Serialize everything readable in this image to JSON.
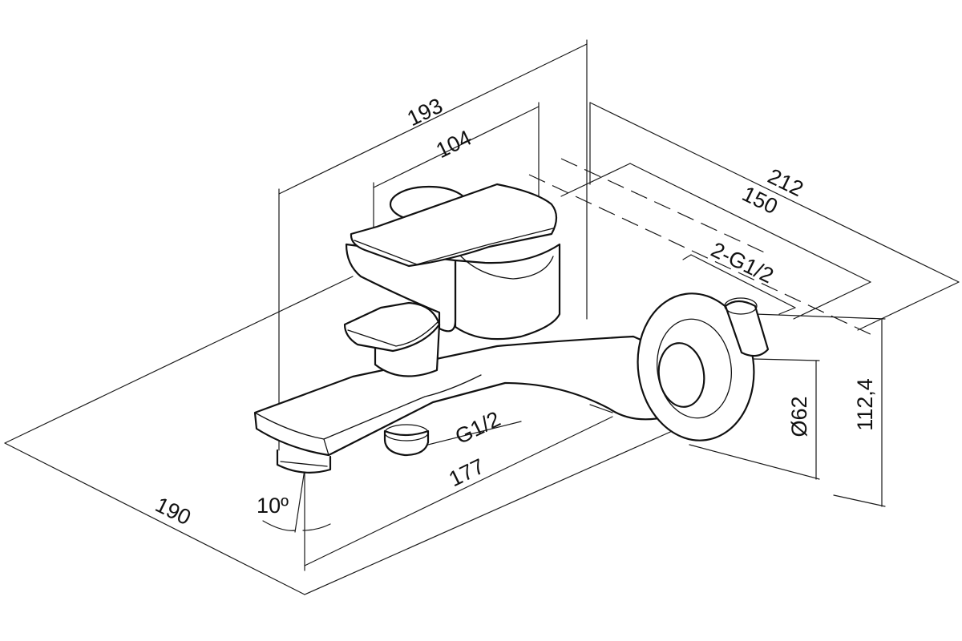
{
  "dimensions": {
    "d193": "193",
    "d104": "104",
    "d212": "212",
    "d150": "150",
    "d2g12": "2-G1/2",
    "dphi62": "Ø62",
    "d1124": "112,4",
    "dg12": "G1/2",
    "d177": "177",
    "d190": "190",
    "d10": "10º"
  },
  "colors": {
    "line": "#111111",
    "background": "#ffffff"
  }
}
